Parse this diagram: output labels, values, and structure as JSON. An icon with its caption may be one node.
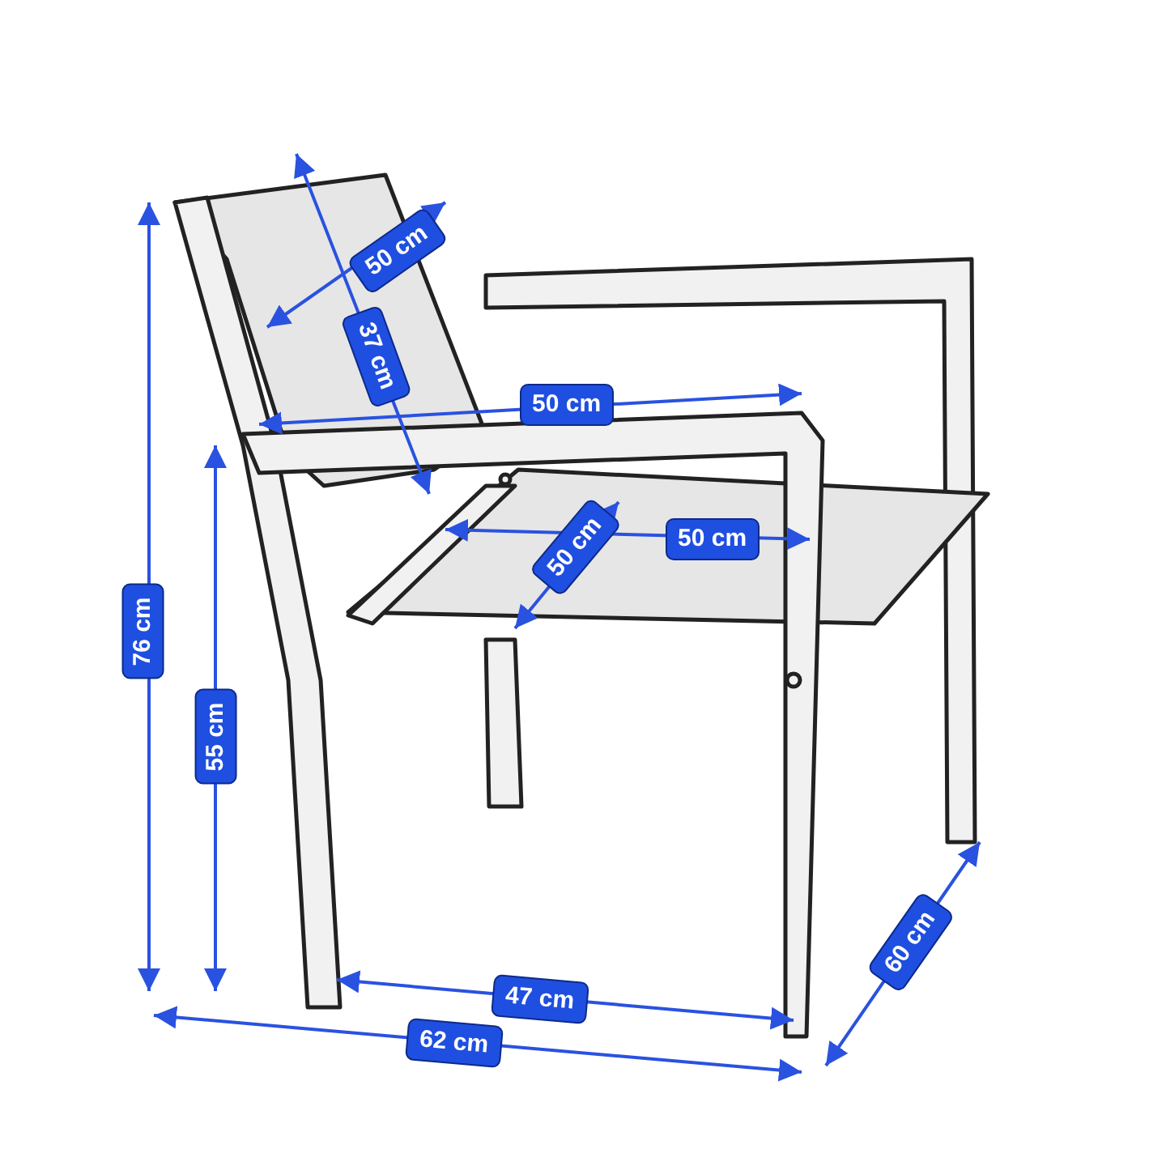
{
  "diagram": {
    "labels": [
      "50 cm",
      "37 cm",
      "50 cm",
      "76 cm",
      "55 cm",
      "50 cm",
      "50 cm",
      "47 cm",
      "62 cm",
      "60 cm"
    ]
  }
}
